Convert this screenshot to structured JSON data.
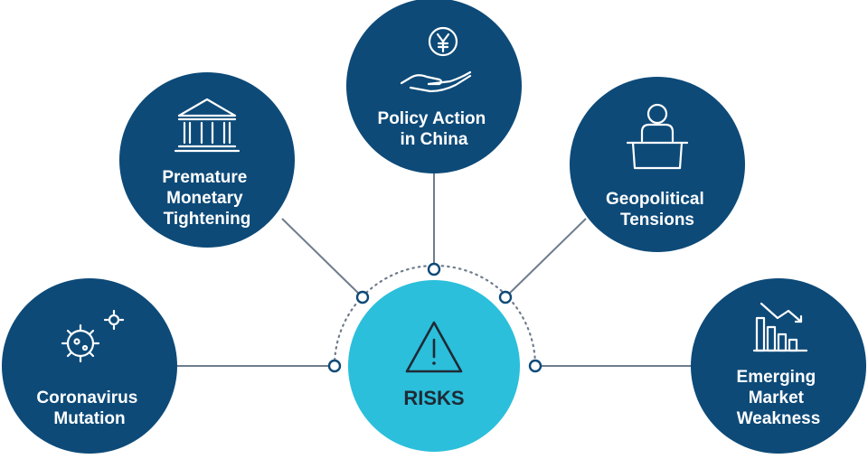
{
  "colors": {
    "node_fill": "#0d4a78",
    "center_fill": "#2bbfdb",
    "connector": "#6f7c8c",
    "node_text": "#ffffff",
    "center_text": "#1f2a36"
  },
  "center": {
    "label": "RISKS",
    "icon": "warning-triangle-icon"
  },
  "risks": [
    {
      "id": "coronavirus",
      "lines": [
        "Coronavirus",
        "Mutation"
      ],
      "icon": "virus-icon"
    },
    {
      "id": "monetary",
      "lines": [
        "Premature",
        "Monetary",
        "Tightening"
      ],
      "icon": "bank-building-icon"
    },
    {
      "id": "china",
      "lines": [
        "Policy Action",
        "in China"
      ],
      "icon": "yen-coin-hand-icon"
    },
    {
      "id": "geopolitical",
      "lines": [
        "Geopolitical",
        "Tensions"
      ],
      "icon": "podium-speaker-icon"
    },
    {
      "id": "emerging",
      "lines": [
        "Emerging",
        "Market",
        "Weakness"
      ],
      "icon": "declining-bar-chart-icon"
    }
  ]
}
